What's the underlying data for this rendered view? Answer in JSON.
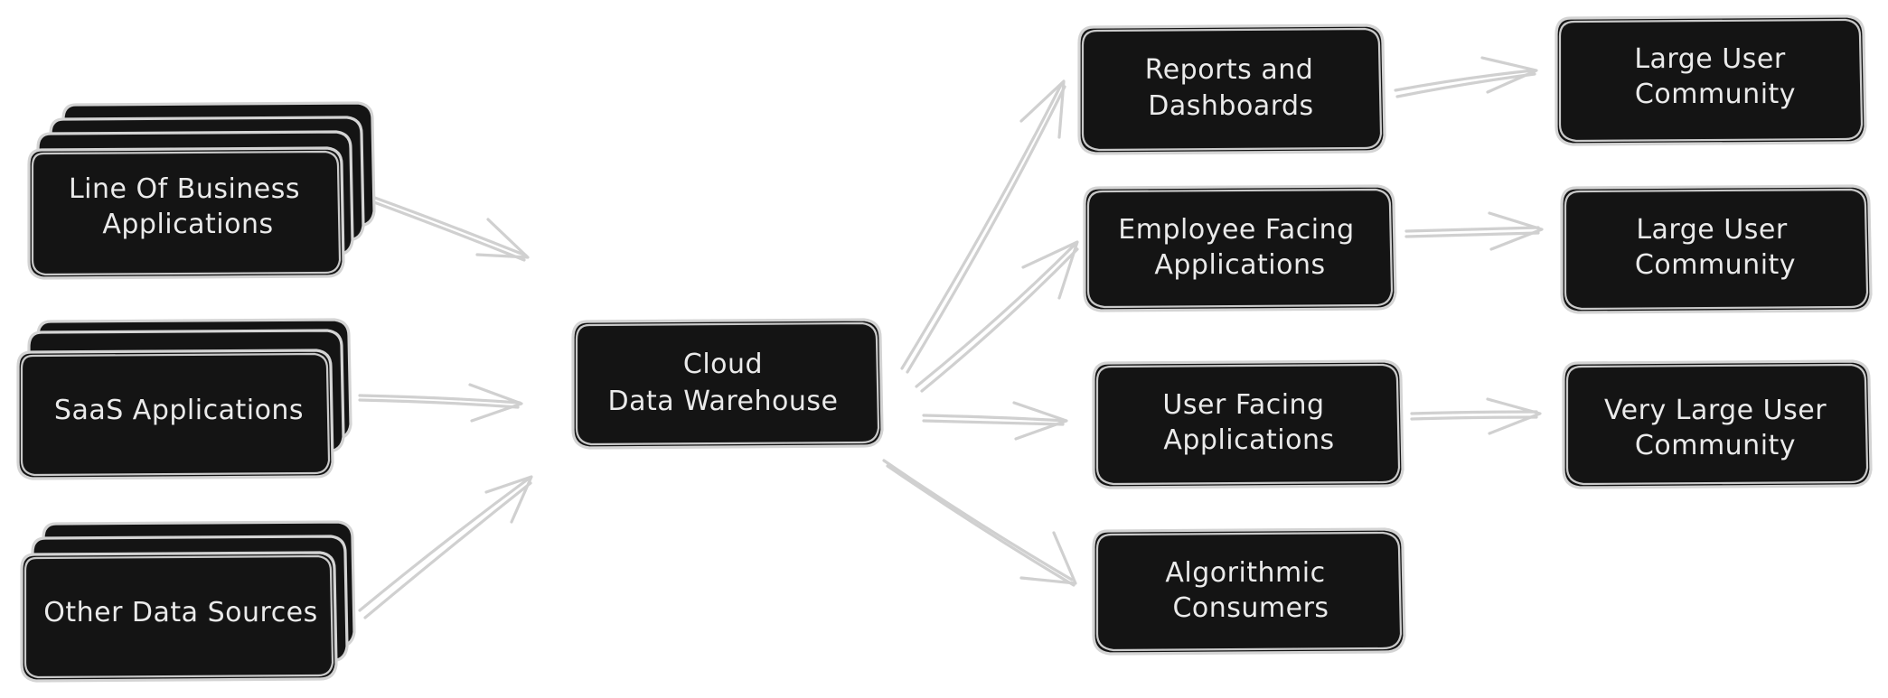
{
  "diagram": {
    "sources": [
      {
        "id": "lob",
        "lines": [
          "Line Of Business",
          "Applications"
        ]
      },
      {
        "id": "saas",
        "lines": [
          "SaaS Applications"
        ]
      },
      {
        "id": "other",
        "lines": [
          "Other Data Sources"
        ]
      }
    ],
    "hub": {
      "id": "cdw",
      "lines": [
        "Cloud",
        "Data Warehouse"
      ]
    },
    "consumers": [
      {
        "id": "reports",
        "lines": [
          "Reports and",
          "Dashboards"
        ]
      },
      {
        "id": "employee",
        "lines": [
          "Employee Facing",
          "Applications"
        ]
      },
      {
        "id": "user",
        "lines": [
          "User Facing",
          "Applications"
        ]
      },
      {
        "id": "algo",
        "lines": [
          "Algorithmic",
          "Consumers"
        ]
      }
    ],
    "communities": [
      {
        "id": "comm1",
        "lines": [
          "Large User",
          "Community"
        ]
      },
      {
        "id": "comm2",
        "lines": [
          "Large User",
          "Community"
        ]
      },
      {
        "id": "comm3",
        "lines": [
          "Very Large User",
          "Community"
        ]
      }
    ],
    "colors": {
      "box_fill": "#141414",
      "box_outline": "#d4d4d4",
      "text": "#eaeaea",
      "arrow": "#d0d0d0",
      "background": "#ffffff"
    }
  }
}
